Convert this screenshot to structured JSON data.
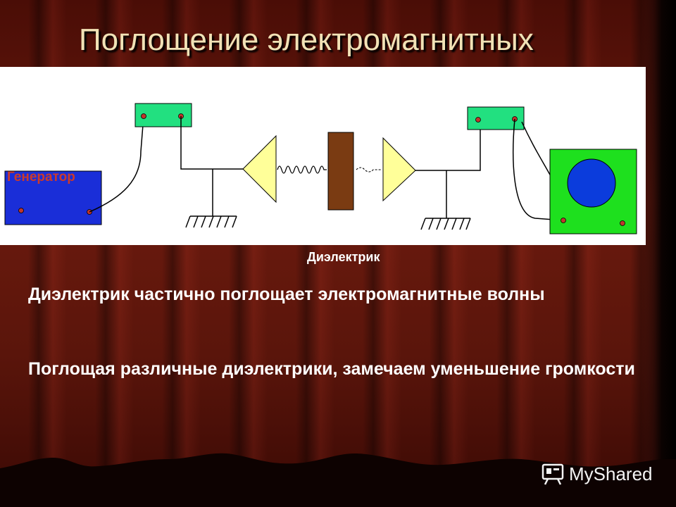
{
  "slide": {
    "title": "Поглощение электромагнитных",
    "generator_label": "Генератор",
    "dielectric_label": "Диэлектрик",
    "paragraph1": "Диэлектрик частично поглощает электромагнитные волны",
    "paragraph2": "Поглощая различные диэлектрики, замечаем уменьшение громкости"
  },
  "brand": {
    "name": "MyShared",
    "icon": "presentation-board-icon"
  },
  "colors": {
    "generator": "#1a2ed8",
    "module": "#22e080",
    "horn": "#ffff99",
    "dielectric": "#7a3b12",
    "oscilloscope_body": "#1ee01e",
    "oscilloscope_screen": "#0b3cdc",
    "terminal": "#c0362c"
  }
}
